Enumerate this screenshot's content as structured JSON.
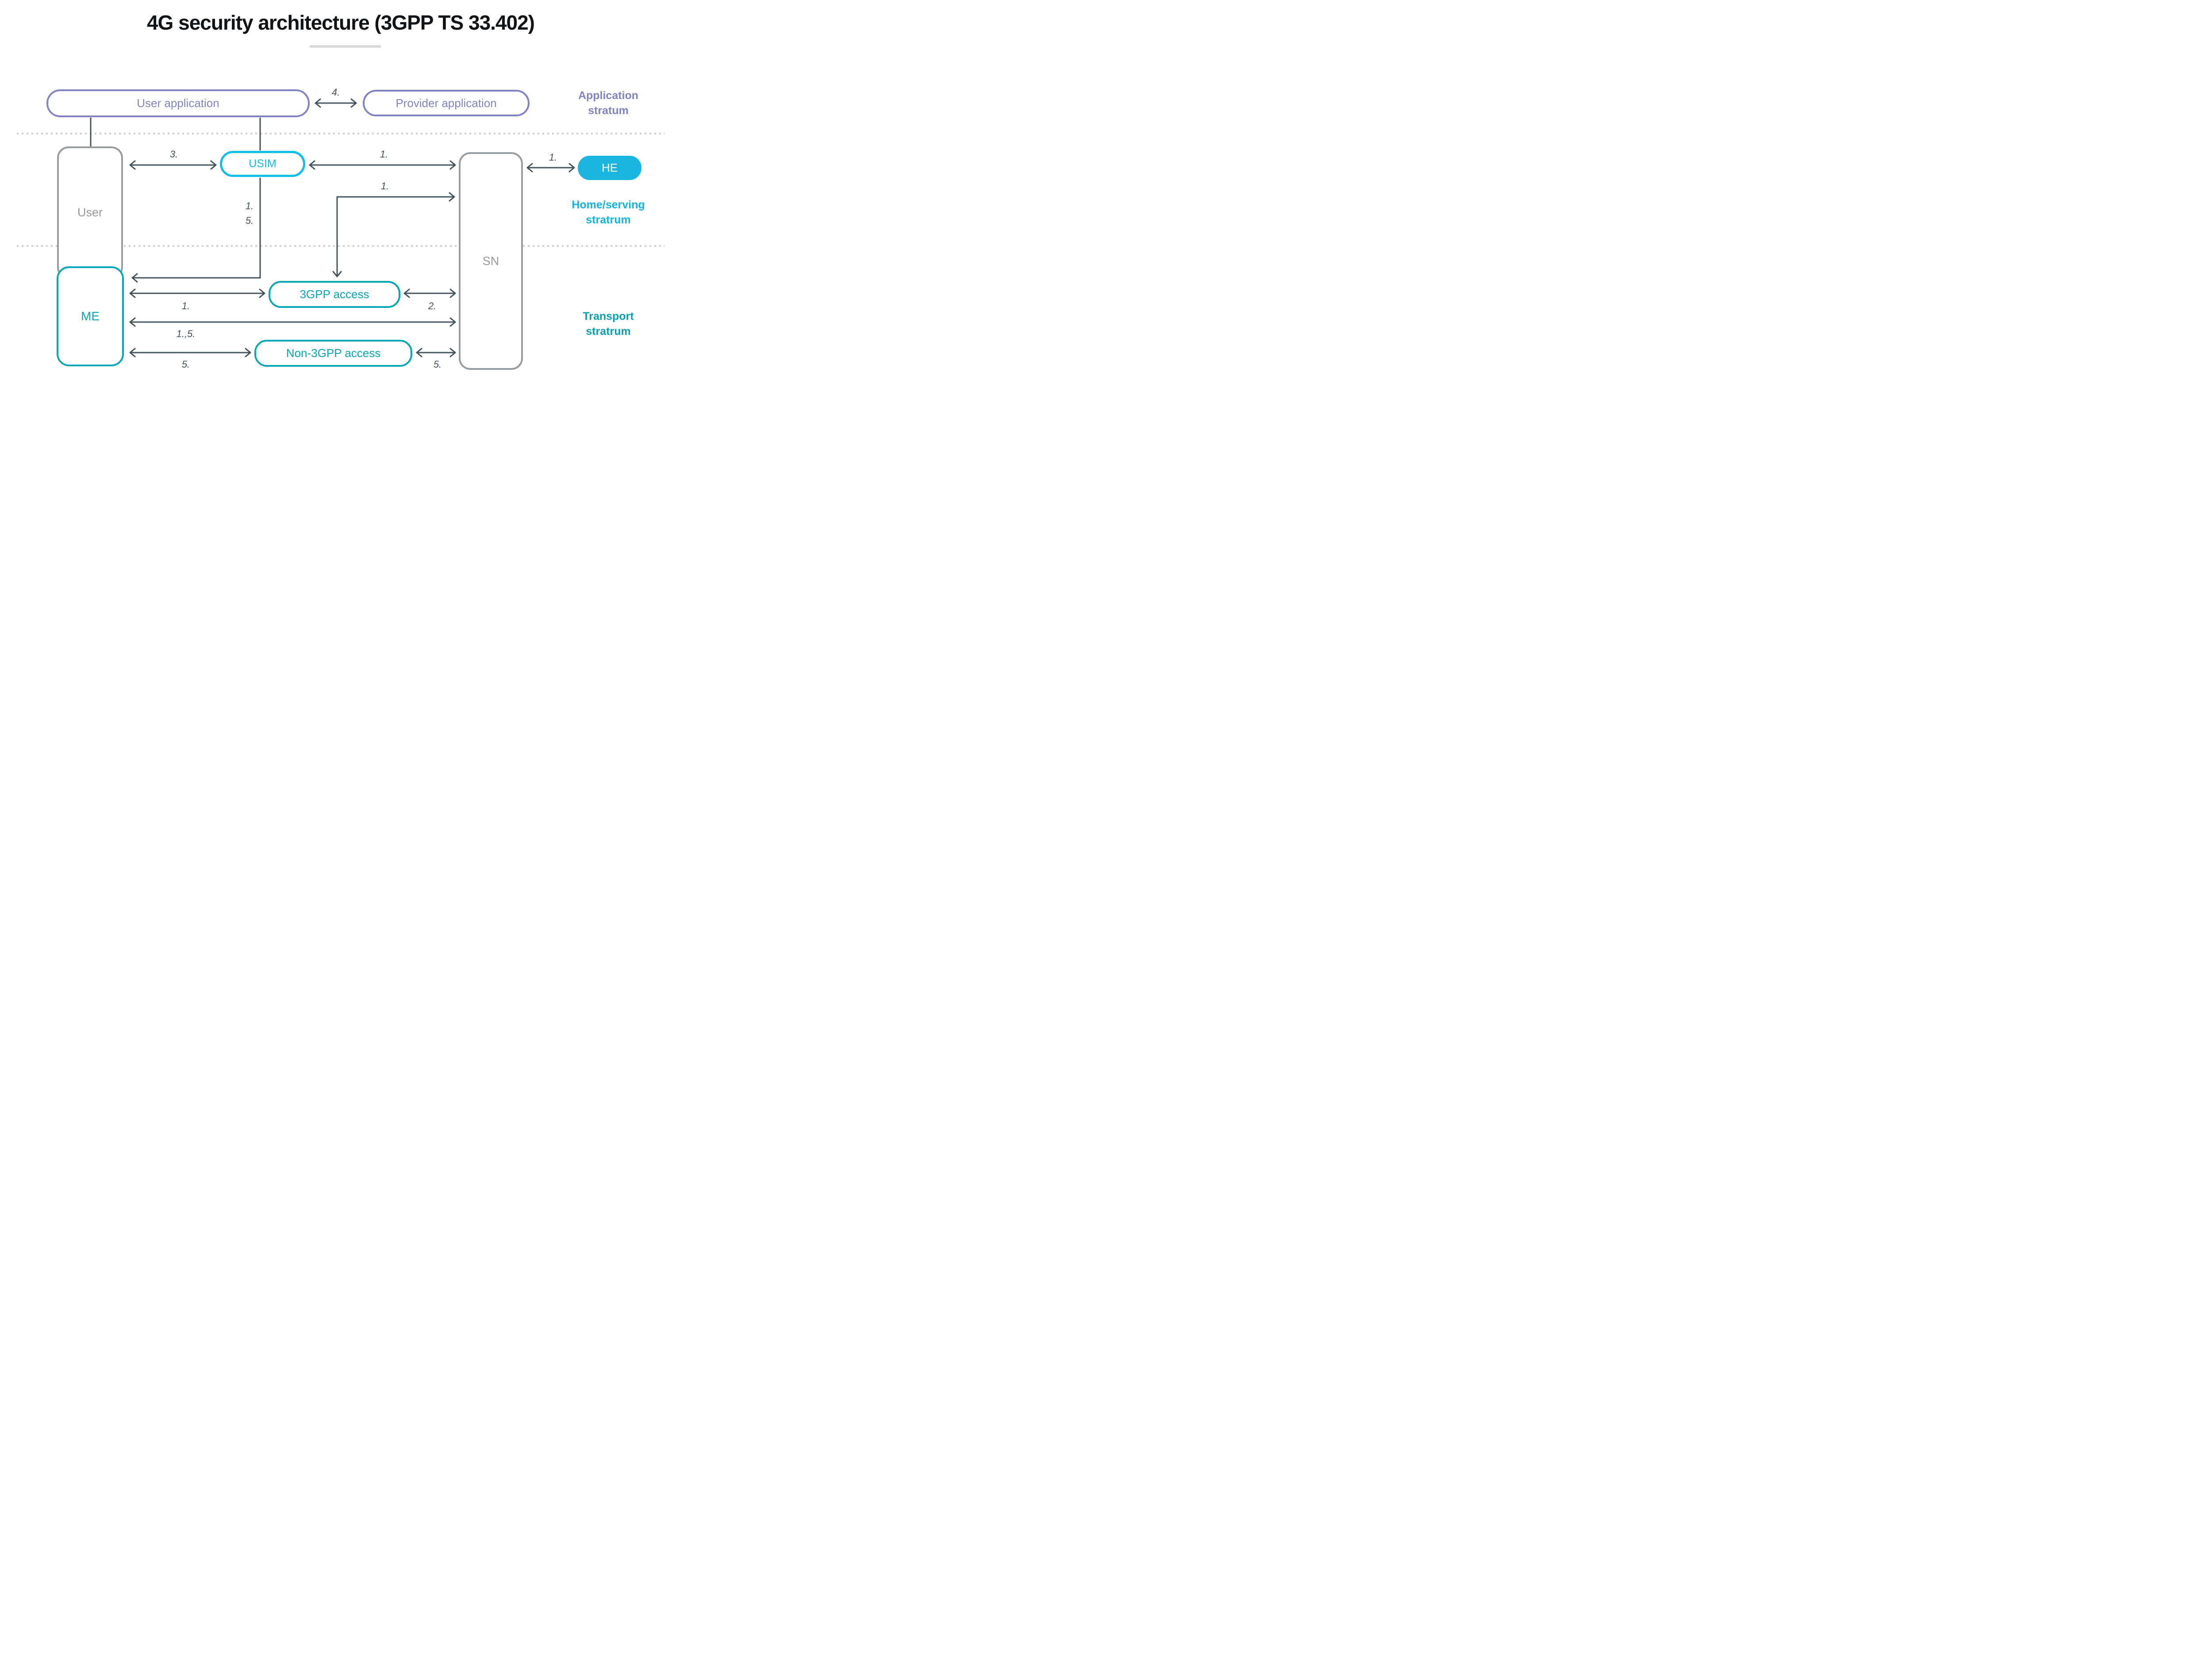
{
  "title": "4G security architecture (3GPP TS 33.402)",
  "strata": {
    "application": {
      "line1": "Application",
      "line2": "stratum"
    },
    "home_serving": {
      "line1": "Home/serving",
      "line2": "stratrum"
    },
    "transport": {
      "line1": "Transport",
      "line2": "stratrum"
    }
  },
  "nodes": {
    "user_application": "User application",
    "provider_application": "Provider application",
    "user": "User",
    "usim": "USIM",
    "sn": "SN",
    "he": "HE",
    "me": "ME",
    "gpp_access": "3GPP access",
    "non_gpp_access": "Non-3GPP access"
  },
  "edges": {
    "user_app_provider_app": "4.",
    "user_usim": "3.",
    "usim_sn": "1.",
    "sn_he": "1.",
    "sn_3gpp": "1.",
    "usim_me_a": "1.",
    "usim_me_b": "5.",
    "me_3gpp": "1.",
    "me_sn": "1.,5.",
    "me_non3gpp": "5.",
    "gpp3_sn": "2.",
    "non3gpp_sn": "5."
  },
  "colors": {
    "purple": "#8084c6",
    "gray": "#979ca1",
    "cyan": "#0fbfea",
    "cyan_fill": "#1ab6e0",
    "teal": "#06a7b8",
    "arrow": "#43535d",
    "divider": "#d9d9d9",
    "dotted": "#cdd0d2"
  }
}
